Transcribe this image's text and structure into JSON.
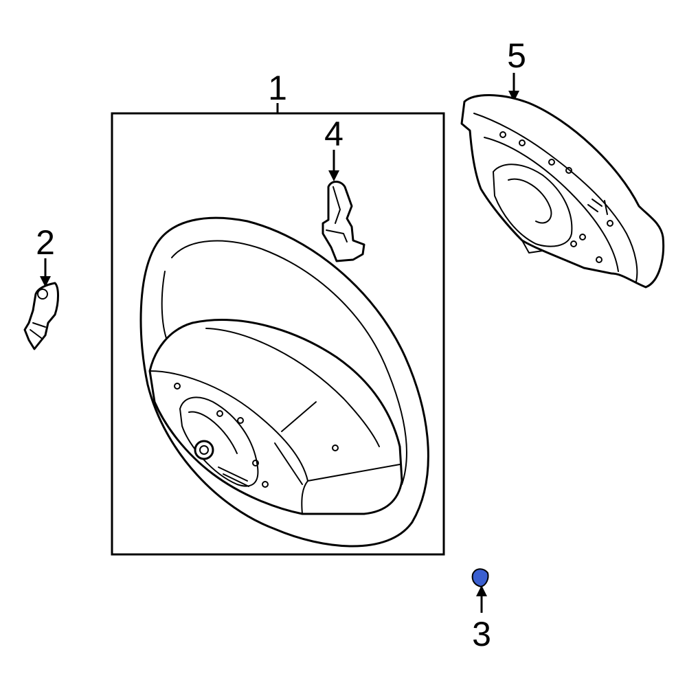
{
  "callouts": [
    {
      "id": "1",
      "label": "1"
    },
    {
      "id": "2",
      "label": "2"
    },
    {
      "id": "3",
      "label": "3"
    },
    {
      "id": "4",
      "label": "4"
    },
    {
      "id": "5",
      "label": "5"
    }
  ],
  "colors": {
    "line": "#000000",
    "background": "#ffffff",
    "highlight_part": "#3a5fd0"
  }
}
